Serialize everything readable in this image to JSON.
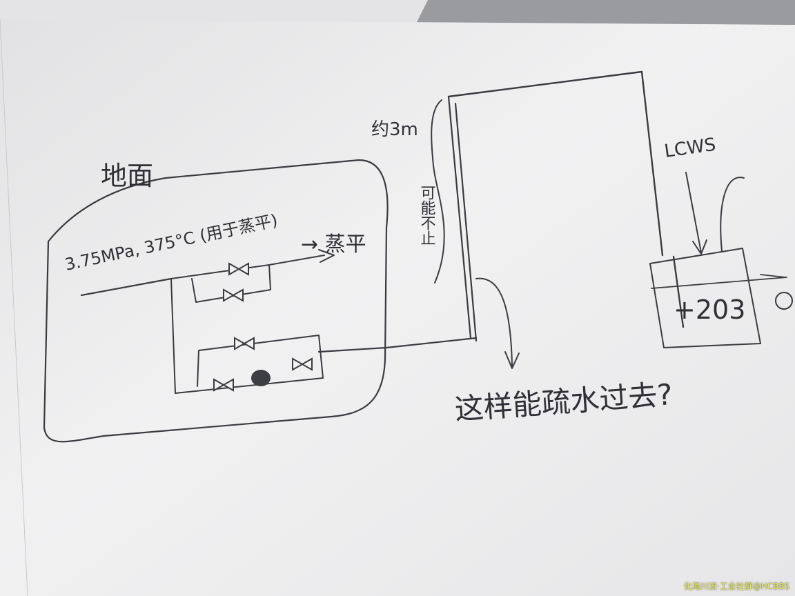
{
  "labels": {
    "ground": "地面",
    "spec": "3.75MPa, 375°C (用于蒸平)",
    "outlet": "→ 蒸平",
    "distance": "约3m",
    "maybe_more": "可能不止",
    "question": "这样能疏水过去?",
    "lcws": "LCWS",
    "elevation": "+203"
  },
  "watermark": "化海川流·工业社群@HCBBS",
  "colors": {
    "paper": "#eeeeef",
    "ink": "#3a3b40",
    "backdrop": "#8f9094",
    "watermark": "#e8e84a"
  }
}
